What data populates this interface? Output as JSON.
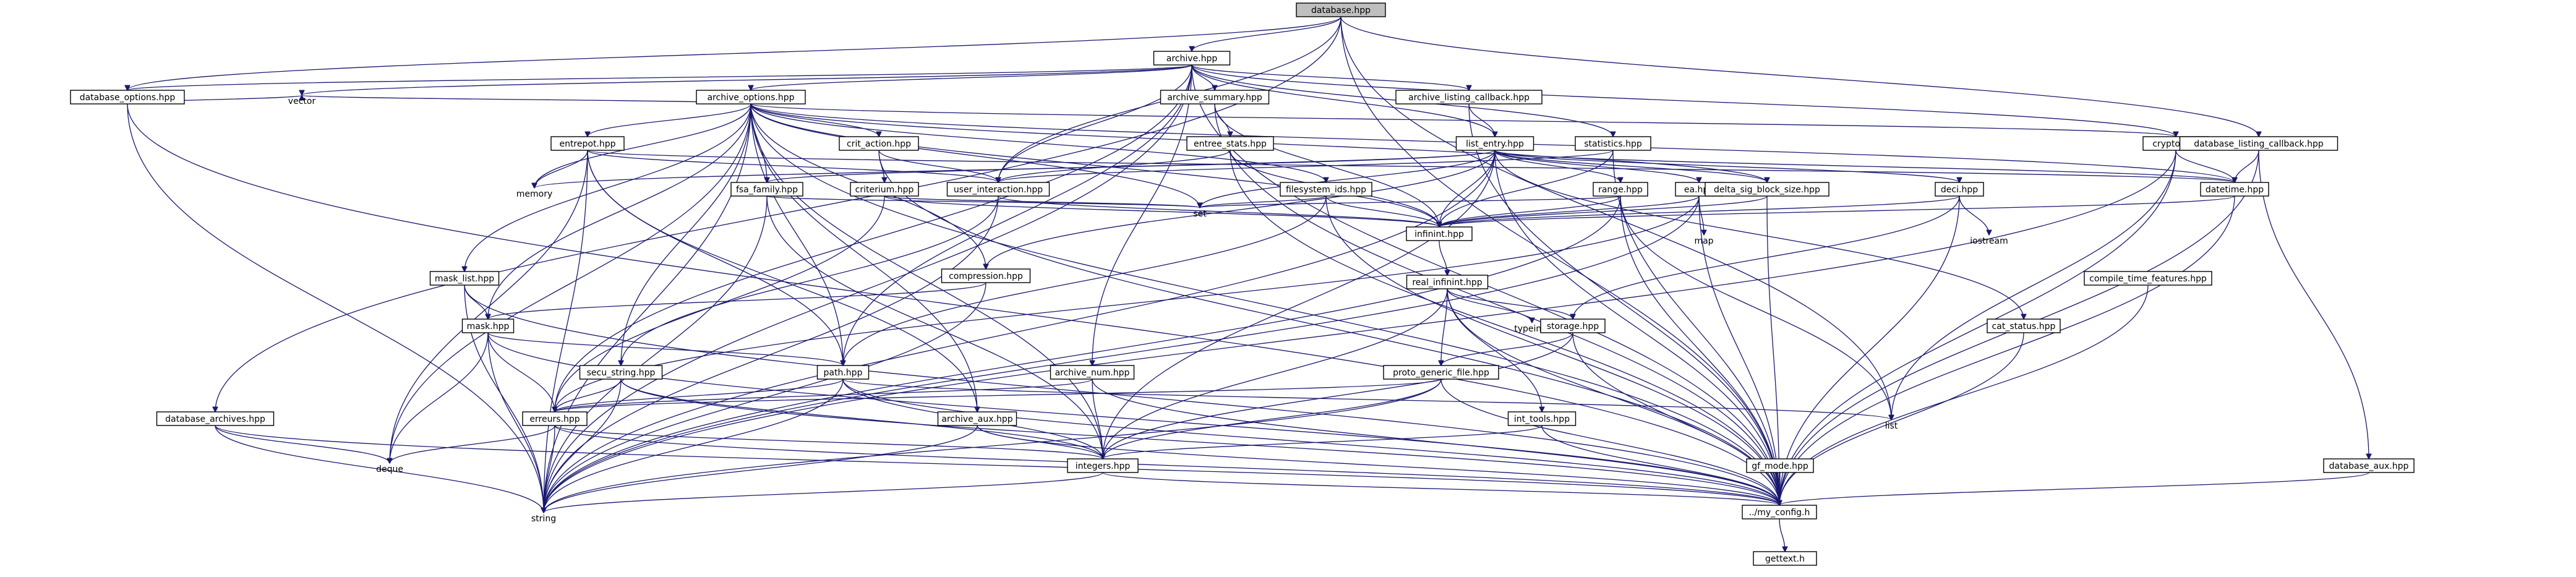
{
  "colors": {
    "edge": "#191970",
    "root_fill": "#bfbfbf",
    "node_fill": "#ffffff",
    "border": "#000000"
  },
  "nodes": [
    {
      "id": "database_hpp",
      "label": "database.hpp",
      "root": true
    },
    {
      "id": "archive_hpp",
      "label": "archive.hpp"
    },
    {
      "id": "database_options_hpp",
      "label": "database_options.hpp"
    },
    {
      "id": "archive_options_hpp",
      "label": "archive_options.hpp"
    },
    {
      "id": "archive_summary_hpp",
      "label": "archive_summary.hpp"
    },
    {
      "id": "archive_listing_callback_hpp",
      "label": "archive_listing_callback.hpp"
    },
    {
      "id": "vector",
      "label": "vector",
      "plain": true
    },
    {
      "id": "crit_action_hpp",
      "label": "crit_action.hpp"
    },
    {
      "id": "entrepot_hpp",
      "label": "entrepot.hpp"
    },
    {
      "id": "entree_stats_hpp",
      "label": "entree_stats.hpp"
    },
    {
      "id": "list_entry_hpp",
      "label": "list_entry.hpp"
    },
    {
      "id": "statistics_hpp",
      "label": "statistics.hpp"
    },
    {
      "id": "crypto_hpp",
      "label": "crypto.hpp"
    },
    {
      "id": "database_listing_callback_hpp",
      "label": "database_listing_callback.hpp"
    },
    {
      "id": "memory",
      "label": "memory",
      "plain": true
    },
    {
      "id": "user_interaction_hpp",
      "label": "user_interaction.hpp"
    },
    {
      "id": "fsa_family_hpp",
      "label": "fsa_family.hpp"
    },
    {
      "id": "criterium_hpp",
      "label": "criterium.hpp"
    },
    {
      "id": "filesystem_ids_hpp",
      "label": "filesystem_ids.hpp"
    },
    {
      "id": "ea_hpp",
      "label": "ea.hpp"
    },
    {
      "id": "range_hpp",
      "label": "range.hpp"
    },
    {
      "id": "delta_sig_block_size_hpp",
      "label": "delta_sig_block_size.hpp"
    },
    {
      "id": "deci_hpp",
      "label": "deci.hpp"
    },
    {
      "id": "datetime_hpp",
      "label": "datetime.hpp"
    },
    {
      "id": "set",
      "label": "set",
      "plain": true
    },
    {
      "id": "infinint_hpp",
      "label": "infinint.hpp"
    },
    {
      "id": "map",
      "label": "map",
      "plain": true
    },
    {
      "id": "iostream",
      "label": "iostream",
      "plain": true
    },
    {
      "id": "compression_hpp",
      "label": "compression.hpp"
    },
    {
      "id": "real_infinint_hpp",
      "label": "real_infinint.hpp"
    },
    {
      "id": "typeinfo",
      "label": "typeinfo",
      "plain": true
    },
    {
      "id": "compile_time_features_hpp",
      "label": "compile_time_features.hpp"
    },
    {
      "id": "mask_list_hpp",
      "label": "mask_list.hpp"
    },
    {
      "id": "mask_hpp",
      "label": "mask.hpp"
    },
    {
      "id": "storage_hpp",
      "label": "storage.hpp"
    },
    {
      "id": "cat_status_hpp",
      "label": "cat_status.hpp"
    },
    {
      "id": "secu_string_hpp",
      "label": "secu_string.hpp"
    },
    {
      "id": "path_hpp",
      "label": "path.hpp"
    },
    {
      "id": "archive_num_hpp",
      "label": "archive_num.hpp"
    },
    {
      "id": "proto_generic_file_hpp",
      "label": "proto_generic_file.hpp"
    },
    {
      "id": "database_archives_hpp",
      "label": "database_archives.hpp"
    },
    {
      "id": "erreurs_hpp",
      "label": "erreurs.hpp"
    },
    {
      "id": "list",
      "label": "list",
      "plain": true
    },
    {
      "id": "archive_aux_hpp",
      "label": "archive_aux.hpp"
    },
    {
      "id": "int_tools_hpp",
      "label": "int_tools.hpp"
    },
    {
      "id": "deque",
      "label": "deque",
      "plain": true
    },
    {
      "id": "integers_hpp",
      "label": "integers.hpp"
    },
    {
      "id": "gf_mode_hpp",
      "label": "gf_mode.hpp"
    },
    {
      "id": "database_aux_hpp",
      "label": "database_aux.hpp"
    },
    {
      "id": "string",
      "label": "string",
      "plain": true
    },
    {
      "id": "my_config_h",
      "label": "../my_config.h"
    },
    {
      "id": "gettext_h",
      "label": "gettext.h"
    }
  ]
}
